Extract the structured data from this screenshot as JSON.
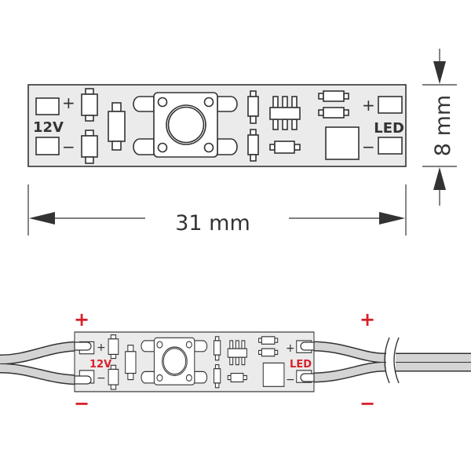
{
  "top_view": {
    "input_label": "12V",
    "output_label": "LED",
    "plus": "+",
    "minus": "−",
    "length_dimension": "31 mm",
    "width_dimension": "8 mm"
  },
  "wired_view": {
    "input_label": "12V",
    "output_label": "LED",
    "plus": "+",
    "minus": "−",
    "polarity_plus": "+",
    "polarity_minus": "−"
  },
  "colors": {
    "polarity_red": "#d8202a",
    "board": "#ebebeb",
    "outline": "#333333",
    "wire": "#d4d4d4"
  }
}
